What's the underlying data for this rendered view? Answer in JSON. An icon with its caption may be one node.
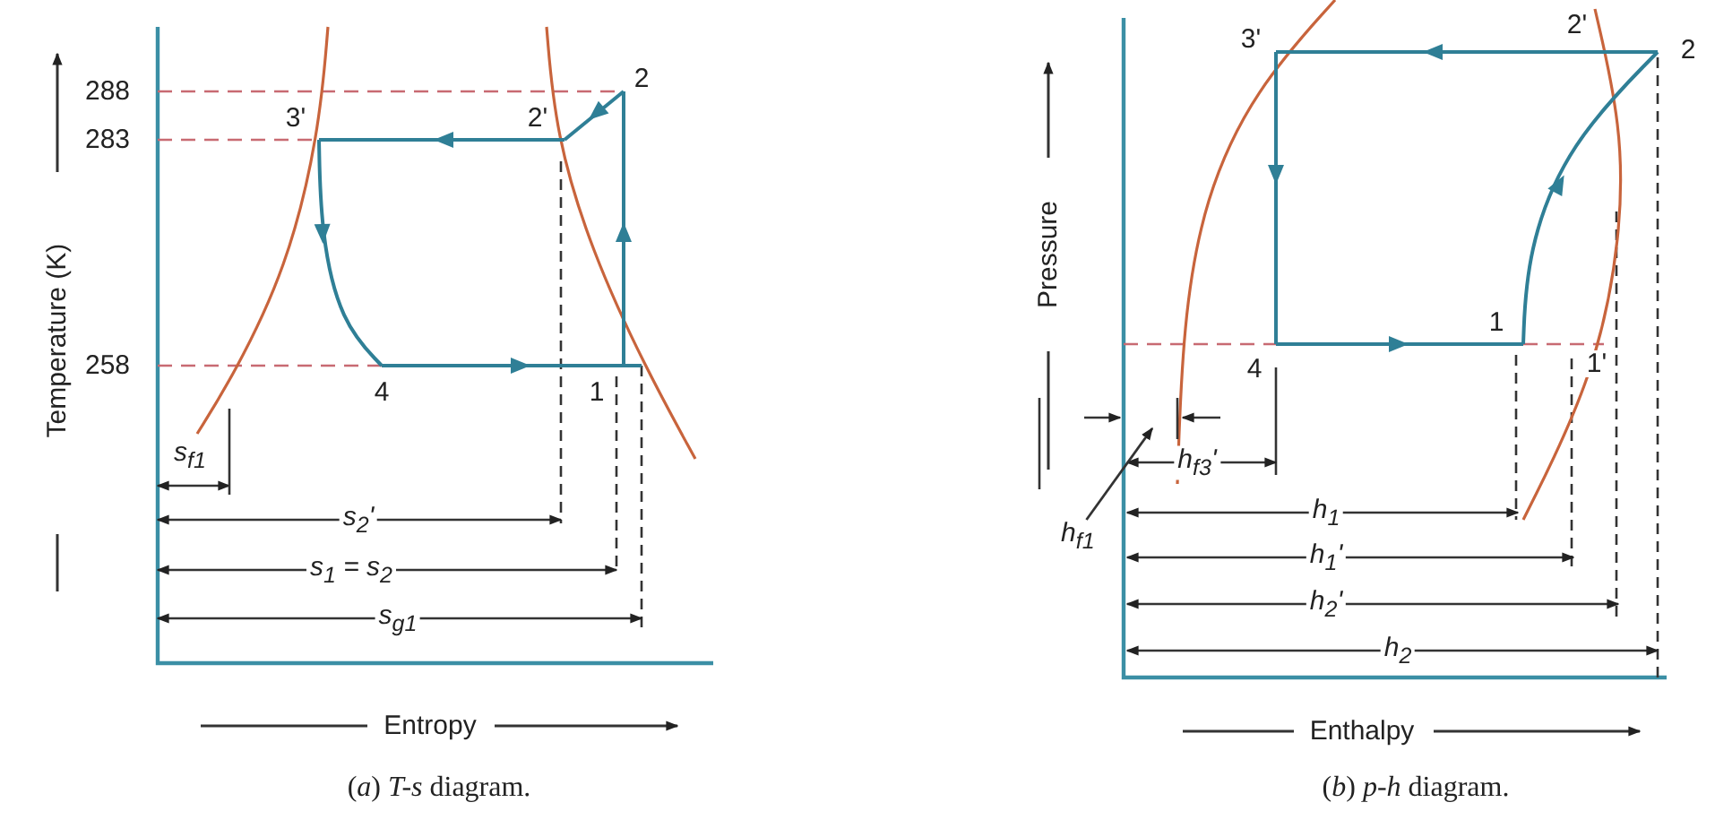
{
  "diagram": {
    "nodes": [
      {
        "text": [
          "h$_{f1}$"
        ]
      },
      {
        "text": [],
        "shape": "bar"
      }
    ],
    "edges": [
      {
        "from": 0,
        "to": 1,
        "arrow": "to"
      }
    ],
    "labels": [
      "Temperature (K)",
      "288",
      "283",
      "258",
      "2",
      "3'",
      "2'",
      "4",
      "1",
      "s$_{f1}$",
      "s$_{2}$'",
      "s$_{1}$ = s$_{2}$",
      "s$_{g1}$",
      "Entropy",
      "(*a*) *T-s* diagram.",
      "Pressure",
      "3'",
      "2'",
      "2",
      "1",
      "4",
      "1'",
      "h$_{f3}$'",
      "h$_{1}$",
      "h$_{1}$'",
      "h$_{2}$'",
      "h$_{2}$",
      "Enthalpy",
      "(*b*) *p-h* diagram."
    ]
  }
}
